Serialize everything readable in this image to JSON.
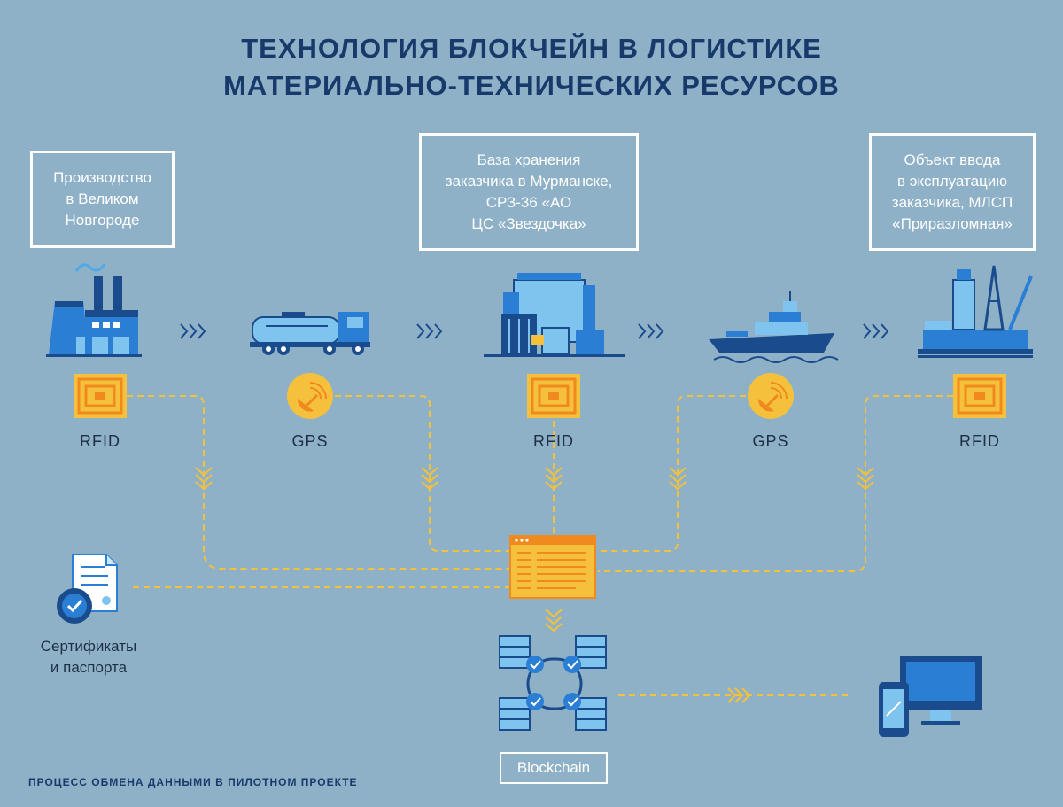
{
  "title": {
    "line1": "ТЕХНОЛОГИЯ БЛОКЧЕЙН В ЛОГИСТИКЕ",
    "line2": "МАТЕРИАЛЬНО-ТЕХНИЧЕСКИХ РЕСУРСОВ"
  },
  "locations": {
    "production": [
      "Производство",
      "в Великом",
      "Новгороде"
    ],
    "storage": [
      "База хранения",
      "заказчика в Мурманске,",
      "СРЗ-36 «АО",
      "ЦС «Звездочка»"
    ],
    "commissioning": [
      "Объект ввода",
      "в эксплуатацию",
      "заказчика, МЛСП",
      "«Приразломная»"
    ]
  },
  "trackers": [
    "RFID",
    "GPS",
    "RFID",
    "GPS",
    "RFID"
  ],
  "certificates": [
    "Сертификаты",
    "и паспорта"
  ],
  "blockchain_label": "Blockchain",
  "footer": "ПРОЦЕСС ОБМЕНА ДАННЫМИ В ПИЛОТНОМ ПРОЕКТЕ",
  "colors": {
    "background": "#8fb1c7",
    "title": "#173a6b",
    "accent_yellow": "#f5c13c",
    "rfid_orange": "#f08a1e",
    "icon_dark": "#1a4b8c",
    "icon_mid": "#2a7fd4",
    "icon_light": "#7fc3ef"
  }
}
